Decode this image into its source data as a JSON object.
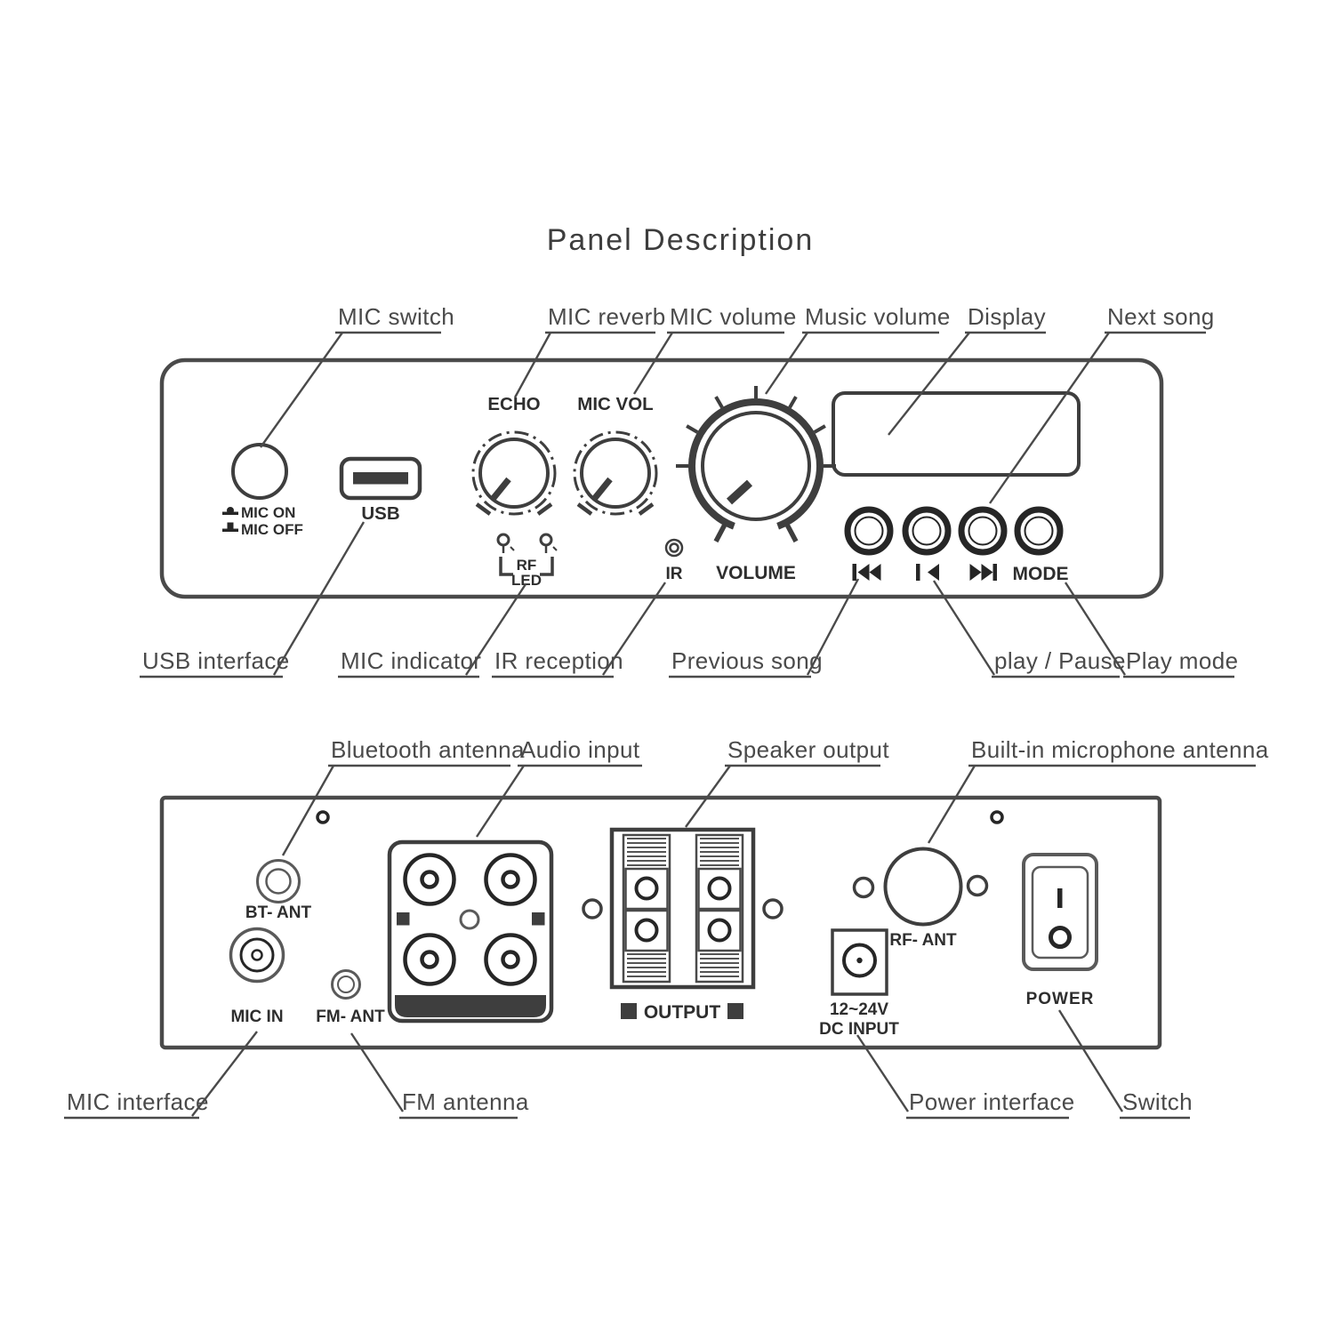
{
  "title": "Panel Description",
  "front": {
    "top_callouts": [
      {
        "text": "MIC switch"
      },
      {
        "text": "MIC reverb"
      },
      {
        "text": "MIC volume"
      },
      {
        "text": "Music volume"
      },
      {
        "text": "Display"
      },
      {
        "text": "Next song"
      }
    ],
    "bottom_callouts": [
      {
        "text": "USB interface"
      },
      {
        "text": "MIC indicator"
      },
      {
        "text": "IR reception"
      },
      {
        "text": "Previous song"
      },
      {
        "text": "play / Pause"
      },
      {
        "text": "Play mode"
      }
    ],
    "markings": {
      "mic_on": "MIC ON",
      "mic_off": "MIC OFF",
      "usb": "USB",
      "echo": "ECHO",
      "mic_vol": "MIC VOL",
      "volume": "VOLUME",
      "rf": "RF",
      "led": "LED",
      "ir": "IR",
      "mode": "MODE"
    }
  },
  "rear": {
    "top_callouts": [
      {
        "text": "Bluetooth antenna"
      },
      {
        "text": "Audio input"
      },
      {
        "text": "Speaker output"
      },
      {
        "text": "Built-in microphone antenna"
      }
    ],
    "bottom_callouts": [
      {
        "text": "MIC interface"
      },
      {
        "text": "FM antenna"
      },
      {
        "text": "Power interface"
      },
      {
        "text": "Switch"
      }
    ],
    "markings": {
      "bt_ant": "BT- ANT",
      "mic_in": "MIC IN",
      "fm_ant": "FM- ANT",
      "output": "OUTPUT",
      "dc_voltage": "12~24V",
      "dc_input": "DC INPUT",
      "rf_ant": "RF- ANT",
      "power": "POWER"
    }
  },
  "colors": {
    "ink": "#3e3e3e",
    "black": "#262626",
    "gray": "#5a5a5a",
    "label": "#4a4a4a"
  }
}
